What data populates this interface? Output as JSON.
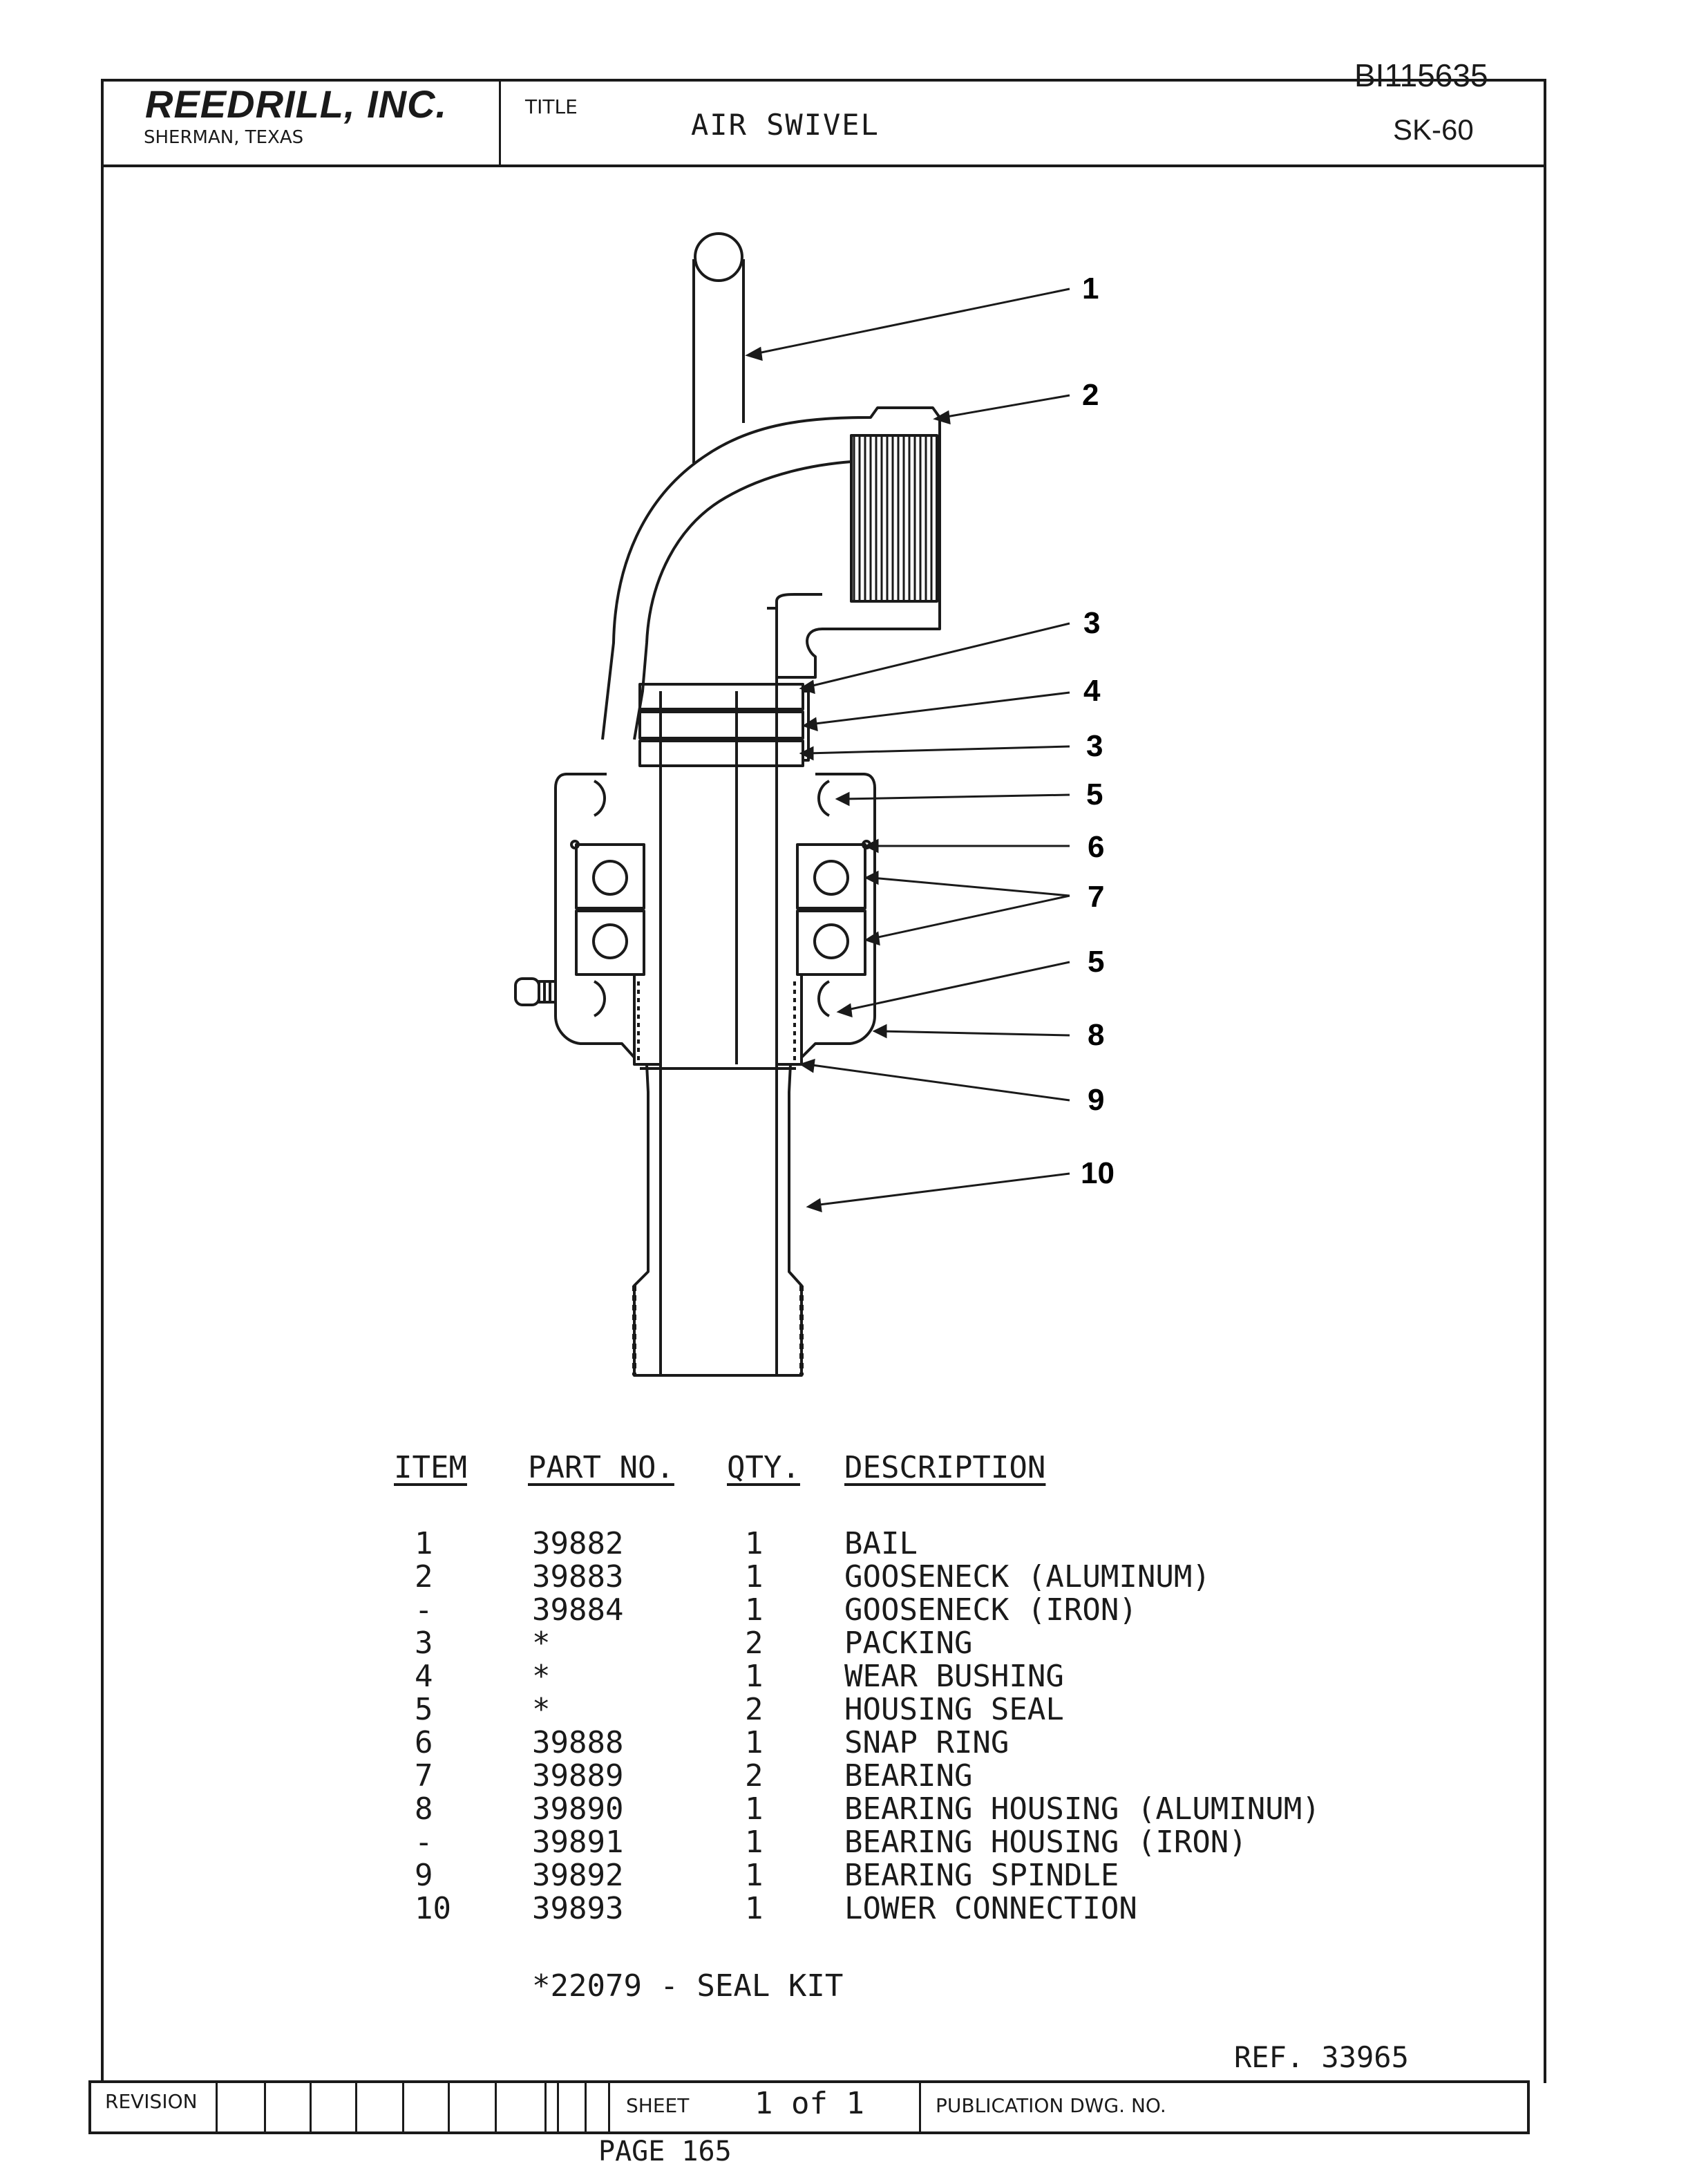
{
  "document": {
    "doc_id": "BI115635",
    "company": "REEDRILL, INC.",
    "city": "SHERMAN, TEXAS",
    "title_label": "TITLE",
    "title": "AIR SWIVEL",
    "drawing_number": "SK-60"
  },
  "diagram": {
    "callouts": [
      "1",
      "2",
      "3",
      "4",
      "3",
      "5",
      "6",
      "7",
      "5",
      "8",
      "9",
      "10"
    ]
  },
  "parts_table": {
    "headers": {
      "item": "ITEM",
      "part_no": "PART NO.",
      "qty": "QTY.",
      "description": "DESCRIPTION"
    },
    "rows": [
      {
        "item": "1",
        "part_no": "39882",
        "qty": "1",
        "description": "BAIL"
      },
      {
        "item": "2",
        "part_no": "39883",
        "qty": "1",
        "description": "GOOSENECK (ALUMINUM)"
      },
      {
        "item": "-",
        "part_no": "39884",
        "qty": "1",
        "description": "GOOSENECK (IRON)"
      },
      {
        "item": "3",
        "part_no": "*",
        "qty": "2",
        "description": "PACKING"
      },
      {
        "item": "4",
        "part_no": "*",
        "qty": "1",
        "description": "WEAR BUSHING"
      },
      {
        "item": "5",
        "part_no": "*",
        "qty": "2",
        "description": "HOUSING SEAL"
      },
      {
        "item": "6",
        "part_no": "39888",
        "qty": "1",
        "description": "SNAP RING"
      },
      {
        "item": "7",
        "part_no": "39889",
        "qty": "2",
        "description": "BEARING"
      },
      {
        "item": "8",
        "part_no": "39890",
        "qty": "1",
        "description": "BEARING HOUSING (ALUMINUM)"
      },
      {
        "item": "-",
        "part_no": "39891",
        "qty": "1",
        "description": "BEARING HOUSING (IRON)"
      },
      {
        "item": "9",
        "part_no": "39892",
        "qty": "1",
        "description": "BEARING SPINDLE"
      },
      {
        "item": "10",
        "part_no": "39893",
        "qty": "1",
        "description": "LOWER CONNECTION"
      }
    ],
    "seal_kit_note": "*22079 - SEAL KIT"
  },
  "footer": {
    "ref": "REF. 33965",
    "revision_label": "REVISION",
    "sheet_label": "SHEET",
    "sheet_value": "1 of 1",
    "publication_label": "PUBLICATION DWG. NO.",
    "page": "PAGE 165"
  }
}
